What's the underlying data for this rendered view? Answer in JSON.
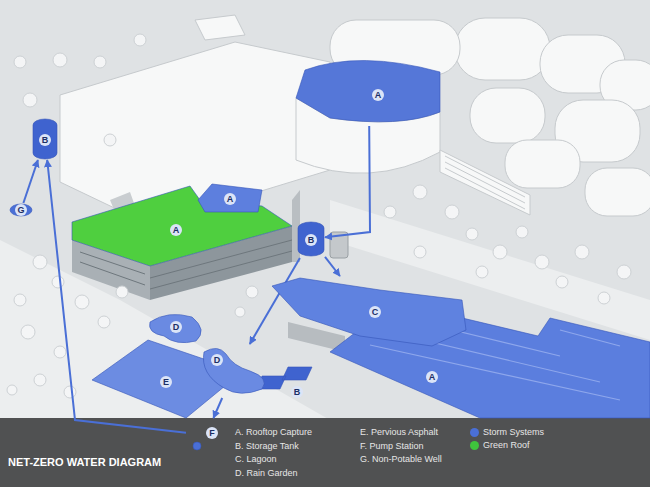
{
  "diagram": {
    "title": "NET-ZERO WATER DIAGRAM",
    "nodes": [
      {
        "text": [
          "A"
        ]
      },
      {
        "text": [
          "B"
        ]
      },
      {
        "text": [
          "A"
        ]
      },
      {
        "text": [
          "A"
        ]
      },
      {
        "text": [
          "G"
        ]
      },
      {
        "text": [
          "B"
        ]
      },
      {
        "text": [
          "C"
        ]
      },
      {
        "text": [
          "D"
        ]
      },
      {
        "text": [
          "D"
        ]
      },
      {
        "text": [
          "E"
        ]
      },
      {
        "text": [
          "A"
        ]
      },
      {
        "text": [
          "B"
        ]
      },
      {
        "text": [
          "F"
        ]
      }
    ],
    "edges": [
      {
        "from": 0,
        "to": 5,
        "arrow": "to"
      },
      {
        "from": 5,
        "to": 8,
        "arrow": "to"
      },
      {
        "from": 5,
        "to": 6,
        "arrow": "to"
      },
      {
        "from": 8,
        "to": 12,
        "arrow": "to"
      },
      {
        "from": 12,
        "to": 1,
        "arrow": "to"
      },
      {
        "from": 4,
        "to": 1,
        "arrow": "to"
      }
    ],
    "labels": [
      "A. Rooftop Capture",
      "B. Storage Tank",
      "C. Lagoon",
      "D. Rain Garden",
      "E. Pervious Asphalt",
      "F. Pump Station",
      "G. Non-Potable Well"
    ],
    "legend": [
      {
        "text": "Storm Systems",
        "color": "#4a6fd6"
      },
      {
        "text": "Green Roof",
        "color": "#3fc43c"
      }
    ]
  }
}
